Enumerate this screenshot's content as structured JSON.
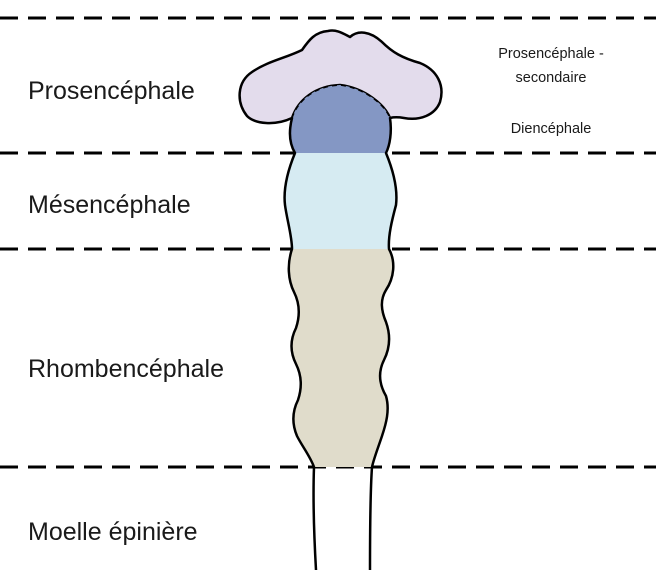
{
  "regions": {
    "prosencephale": "Prosencéphale",
    "mesencephale": "Mésencéphale",
    "rhombencephale": "Rhombencéphale",
    "moelle": "Moelle épinière"
  },
  "annotations": {
    "secondary_line1": "Prosencéphale -",
    "secondary_line2": "secondaire",
    "diencephale": "Diencéphale"
  },
  "colors": {
    "secondary_prosencephalon": "#e3dcec",
    "diencephalon": "#8497c4",
    "mesencephalon": "#d6ebf2",
    "rhombencephalon": "#e0dccb"
  }
}
